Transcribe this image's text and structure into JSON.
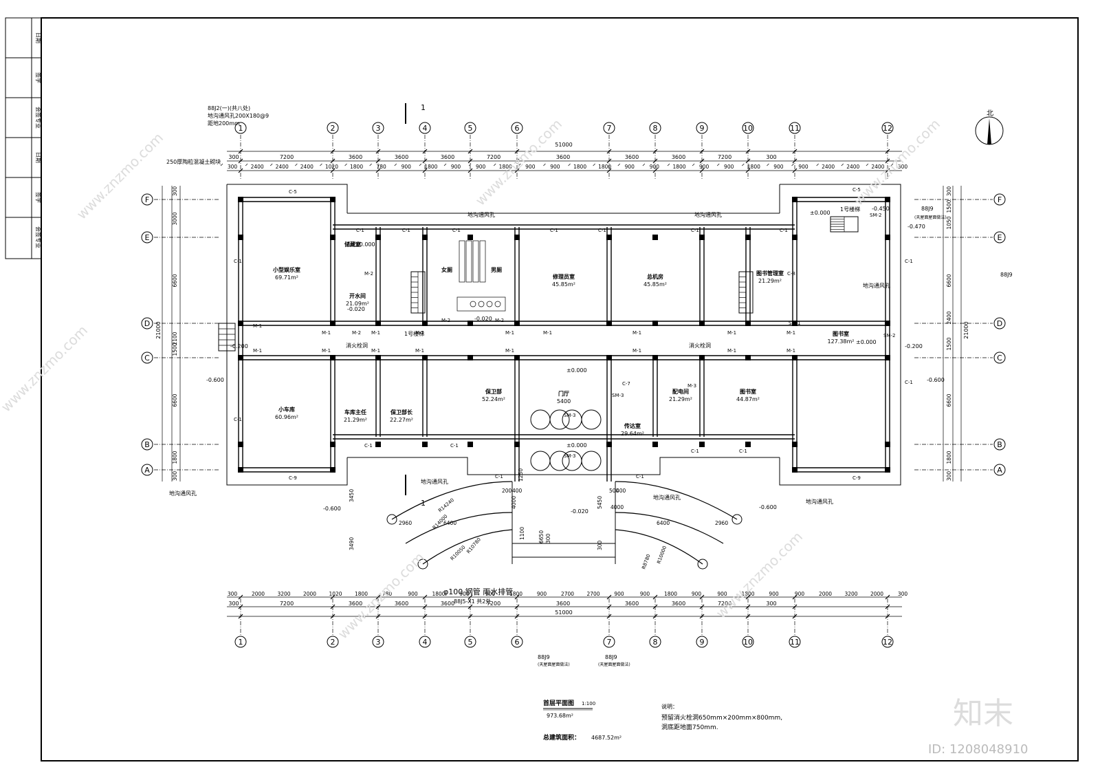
{
  "title_block": {
    "rows": [
      "日期",
      "签字",
      "会签专业",
      "日期",
      "签字",
      "会签专业"
    ]
  },
  "axes": {
    "columns": [
      "1",
      "2",
      "3",
      "4",
      "5",
      "6",
      "7",
      "8",
      "9",
      "10",
      "11",
      "12"
    ],
    "rows": [
      "F",
      "E",
      "D",
      "C",
      "B",
      "A"
    ],
    "top_segments": [
      "300",
      "7200",
      "3600",
      "3600",
      "3600",
      "7200",
      "3600",
      "3600",
      "3600",
      "7200",
      "300"
    ],
    "top_sub": [
      "300",
      "2400",
      "2400",
      "2400",
      "1020",
      "1800",
      "780",
      "900",
      "1800",
      "900",
      "900",
      "1800",
      "900",
      "900",
      "1800",
      "1800",
      "900",
      "900",
      "1800",
      "900",
      "900",
      "1800",
      "900",
      "900",
      "2400",
      "2400",
      "2400",
      "300"
    ],
    "bottom_segments": [
      "300",
      "7200",
      "3600",
      "3600",
      "3600",
      "7200",
      "3600",
      "3600",
      "3600",
      "7200",
      "300"
    ],
    "bottom_sub": [
      "300",
      "2000",
      "3200",
      "2000",
      "1020",
      "1800",
      "780",
      "900",
      "1800",
      "900",
      "900",
      "1800",
      "900",
      "2700",
      "2700",
      "900",
      "900",
      "1800",
      "900",
      "900",
      "1800",
      "900",
      "900",
      "2000",
      "3200",
      "2000",
      "300"
    ],
    "total": "51000",
    "left_dims": [
      "300",
      "3000",
      "6600",
      "2100",
      "1500",
      "6600",
      "1800",
      "300"
    ],
    "left_total": "21000",
    "right_dims": [
      "300",
      "1500",
      "1050",
      "6600",
      "2400",
      "1500",
      "6600",
      "1800",
      "300"
    ],
    "right_total": "21000"
  },
  "rooms": [
    {
      "name": "小型娱乐室",
      "area": "69.71m²"
    },
    {
      "name": "储藏室",
      "area": ""
    },
    {
      "name": "开水间",
      "area": "21.09m²"
    },
    {
      "name": "女厕",
      "area": ""
    },
    {
      "name": "男厕",
      "area": ""
    },
    {
      "name": "修理员室",
      "area": "45.85m²"
    },
    {
      "name": "总机房",
      "area": "45.85m²"
    },
    {
      "name": "图书管理室",
      "area": "21.29m²"
    },
    {
      "name": "图书室",
      "area": "127.38m²"
    },
    {
      "name": "小车库",
      "area": "60.96m²"
    },
    {
      "name": "车库主任",
      "area": "21.29m²"
    },
    {
      "name": "保卫部长",
      "area": "22.27m²"
    },
    {
      "name": "保卫部",
      "area": "52.24m²"
    },
    {
      "name": "门厅",
      "area": "5400"
    },
    {
      "name": "传达室",
      "area": "29.64m²"
    },
    {
      "name": "配电间",
      "area": "21.29m²"
    },
    {
      "name": "图书室",
      "area": "44.87m²"
    }
  ],
  "labels": {
    "stair1": "1号楼梯",
    "stair2": "1号楼梯",
    "fire_hydrant1": "消火栓洞",
    "fire_hydrant2": "消火栓洞",
    "vent": "地沟通风孔",
    "vent_note1": "88J2(一)(共八处)",
    "vent_note2": "地沟通风孔200X180@9",
    "vent_note3": "距地200mm",
    "wall_note": "250厚陶粒混凝土砌块",
    "elev_0": "±0.000",
    "elev_m0600": "-0.600",
    "elev_m0450": "-0.450",
    "elev_m0020": "-0.020",
    "elev_m0200": "-0.200",
    "elev_m0470": "-0.470",
    "pipe_note": "φ100 钢管 雨水排管",
    "pipe_note2": "88J5-X1 共2处",
    "ref1": "88J9",
    "ref2": "(天屋面屋面做法)",
    "section": "1",
    "north": "北"
  },
  "doors": [
    "M-1",
    "M-2",
    "M-3",
    "SM-2",
    "SM-3",
    "SM-1",
    "C-1",
    "C-5",
    "C-7",
    "C-8",
    "C-9"
  ],
  "radii": [
    "R14240",
    "R14000",
    "R10050",
    "R10780",
    "R8780",
    "R10000"
  ],
  "front_dims": [
    "2960",
    "6400",
    "4000",
    "6650",
    "5450",
    "4000",
    "6400",
    "2960",
    "3450",
    "3490",
    "1100",
    "300",
    "1250",
    "300",
    "200",
    "400",
    "500",
    "400"
  ],
  "footer": {
    "plan_title": "首层平面图",
    "scale": "1:100",
    "floor_area": "973.68m²",
    "total_area_label": "总建筑面积：",
    "total_area": "4687.52m²",
    "notes_title": "说明：",
    "note1": "预留消火栓洞650mm×200mm×800mm,",
    "note2": "洞底距地面750mm."
  },
  "watermark": {
    "site": "www.znzmo.com",
    "logo": "知末",
    "id": "ID: 1208048910"
  }
}
